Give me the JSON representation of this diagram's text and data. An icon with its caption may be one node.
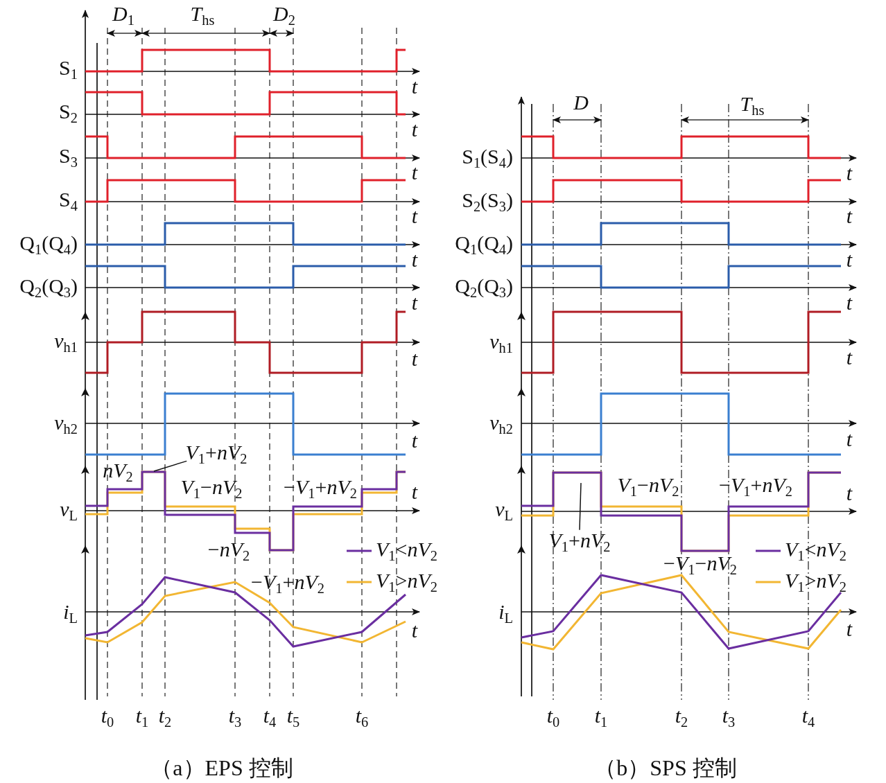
{
  "diagram": {
    "nodes": [
      {
        "text": [
          "*V*$_{1}$+*nV*$_{2}$"
        ]
      },
      {
        "text": [
          "*V*$_{1}$+*nV*$_{2}$"
        ]
      }
    ],
    "edges": [
      {
        "from": 0,
        "to": null,
        "arrow": "none"
      },
      {
        "from": 1,
        "to": null,
        "arrow": "none"
      }
    ],
    "labels": [
      "*D*$_{1}$",
      "*T*$_{hs}$",
      "*D*$_{2}$",
      "S$_{1}$",
      "t",
      "S$_{2}$",
      "t",
      "S$_{3}$",
      "t",
      "S$_{4}$",
      "t",
      "Q$_{1}$(Q$_{4}$)",
      "t",
      "Q$_{2}$(Q$_{3}$)",
      "t",
      "*v*$_{h1}$",
      "t",
      "*v*$_{h2}$",
      "t",
      "*nV*$_{2}$",
      "*V*$_{1}$−*nV*$_{2}$",
      "−*V*$_{1}$+*nV*$_{2}$",
      "t",
      "*v*$_{L}$",
      "−*nV*$_{2}$",
      "−*V*$_{1}$+*nV*$_{2}$",
      "*i*$_{L}$",
      "t",
      "*t*$_{0}$",
      "*t*$_{1}$",
      "*t*$_{2}$",
      "*t*$_{3}$",
      "*t*$_{4}$",
      "*t*$_{5}$",
      "*t*$_{6}$",
      "（a）EPS 控制",
      "*D*",
      "*T*$_{hs}$",
      "S$_{1}$(S$_{4}$)",
      "t",
      "S$_{2}$(S$_{3}$)",
      "t",
      "Q$_{1}$(Q$_{4}$)",
      "t",
      "Q$_{2}$(Q$_{3}$)",
      "t",
      "*v*$_{h1}$",
      "t",
      "*v*$_{h2}$",
      "t",
      "*V*$_{1}$−*nV*$_{2}$",
      "−*V*$_{1}$+*nV*$_{2}$",
      "t",
      "*v*$_{L}$",
      "−*V*$_{1}$−*nV*$_{2}$",
      "*i*$_{L}$",
      "t",
      "*t*$_{0}$",
      "*t*$_{1}$",
      "*t*$_{2}$",
      "*t*$_{3}$",
      "*t*$_{4}$",
      "（b）SPS 控制"
    ],
    "legend": [
      {
        "text": "*V*$_{1}$<*nV*$_{2}$",
        "color": "#6a2ea0"
      },
      {
        "text": "*V*$_{1}$>*nV*$_{2}$",
        "color": "#f2b632"
      },
      {
        "text": "*V*$_{1}$<*nV*$_{2}$",
        "color": "#6a2ea0"
      },
      {
        "text": "*V*$_{1}$>*nV*$_{2}$",
        "color": "#f2b632"
      }
    ]
  }
}
